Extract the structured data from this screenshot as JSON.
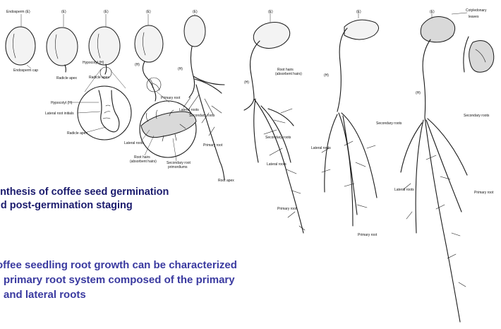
{
  "labels": {
    "endosperm_e": "Endosperm (E)",
    "e": "(E)",
    "endosperm_cap": "Endosperm cap",
    "radicle_apex": "Radicle apex",
    "hypocotyl_h": "Hypocotyl (H)",
    "root_apex": "Root apex",
    "h": "(H)",
    "primary_root": "Primary root",
    "lateral_root_initials": "Lateral root initials",
    "lateral_roots": "Lateral roots",
    "root_hairs": "Root hairs",
    "absorbent_hairs": "(absorbent hairs)",
    "secondary_roots": "Secondary roots",
    "secondary_root": "Secondary root",
    "primordiums": "primordiums",
    "cotyledonary": "Cotyledonary",
    "leaves": "leaves"
  },
  "text": {
    "heading_line1": "ynthesis of coffee seed germination",
    "heading_line2": "nd post-germination staging",
    "body_line1": "offee seedling root growth can be characterized",
    "body_line2": "primary root system composed of the primary",
    "body_line3": "and lateral roots"
  },
  "colors": {
    "heading": "#1c1c6e",
    "body": "#3a3aa0"
  }
}
